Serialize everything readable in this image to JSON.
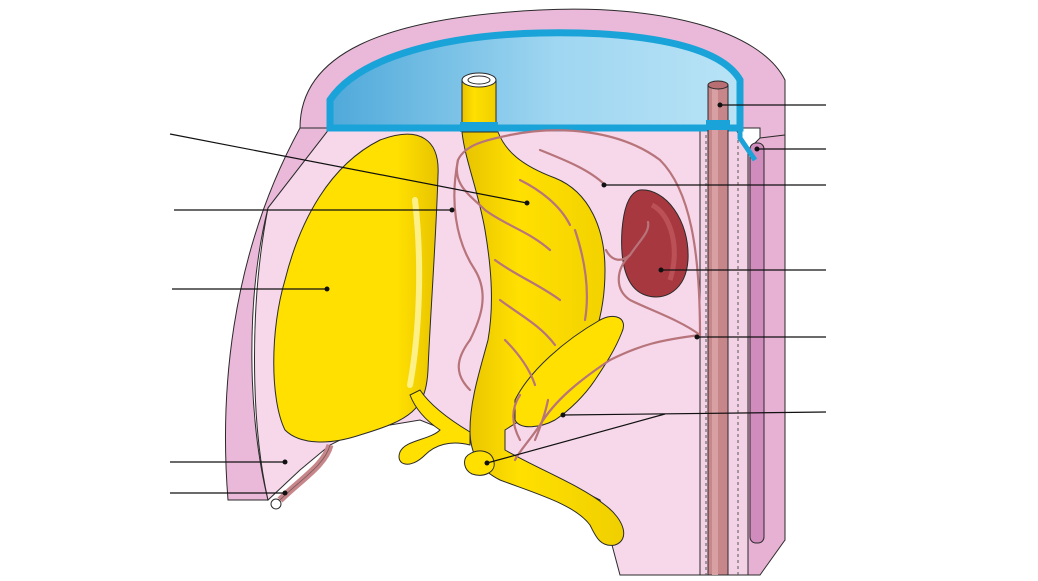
{
  "diagram": {
    "colors": {
      "wall": "#eab8d8",
      "wall_dark": "#c98bb4",
      "cavity": "#f6d8ea",
      "diaphragm": "#9fd6f1",
      "diaphragm_rim": "#1aa3d8",
      "organ": "#ffe000",
      "organ_shade": "#e6c200",
      "vessel": "#c7868a",
      "spleen": "#a8383f",
      "outline": "#2a2a2a",
      "leader": "#111111"
    },
    "labels_left": [
      {
        "id": "label-stomach",
        "text": ""
      },
      {
        "id": "label-lesser-omentum",
        "text": ""
      },
      {
        "id": "label-liver",
        "text": ""
      },
      {
        "id": "label-falciform",
        "text": ""
      },
      {
        "id": "label-umbilical-vein",
        "text": ""
      }
    ],
    "labels_right": [
      {
        "id": "label-aorta",
        "text": ""
      },
      {
        "id": "label-dorsal-wall",
        "text": ""
      },
      {
        "id": "label-dorsal-mesogastrium",
        "text": ""
      },
      {
        "id": "label-spleen",
        "text": ""
      },
      {
        "id": "label-celiac-artery",
        "text": ""
      },
      {
        "id": "label-pancreas",
        "text": ""
      }
    ]
  }
}
